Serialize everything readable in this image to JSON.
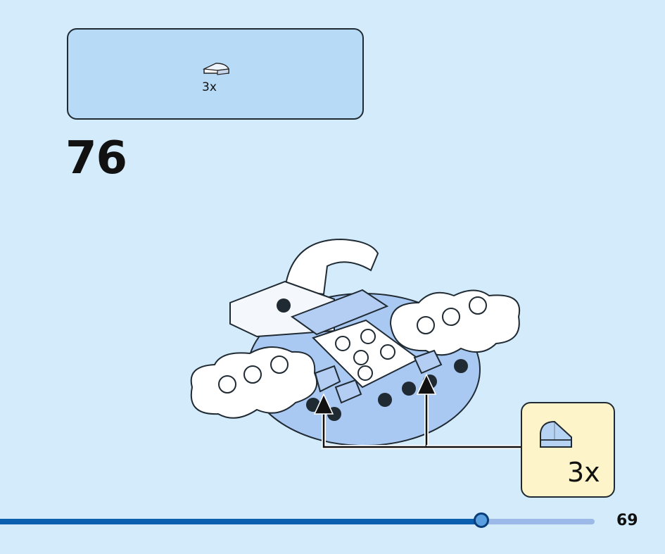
{
  "parts_list": {
    "quantity": "3x",
    "piece_icon": "quarter-round-tile-icon",
    "piece_color": "#b7d3f3"
  },
  "step": {
    "number": "76"
  },
  "callout": {
    "quantity": "3x",
    "piece_icon": "quarter-round-tile-icon",
    "piece_color": "#b7d3f3",
    "background": "#fdf4c9"
  },
  "progress": {
    "fraction": 0.81
  },
  "page": {
    "number": "69"
  },
  "colors": {
    "background": "#d3ebfb",
    "accent": "#0b5fae",
    "track": "#9db9e8"
  }
}
